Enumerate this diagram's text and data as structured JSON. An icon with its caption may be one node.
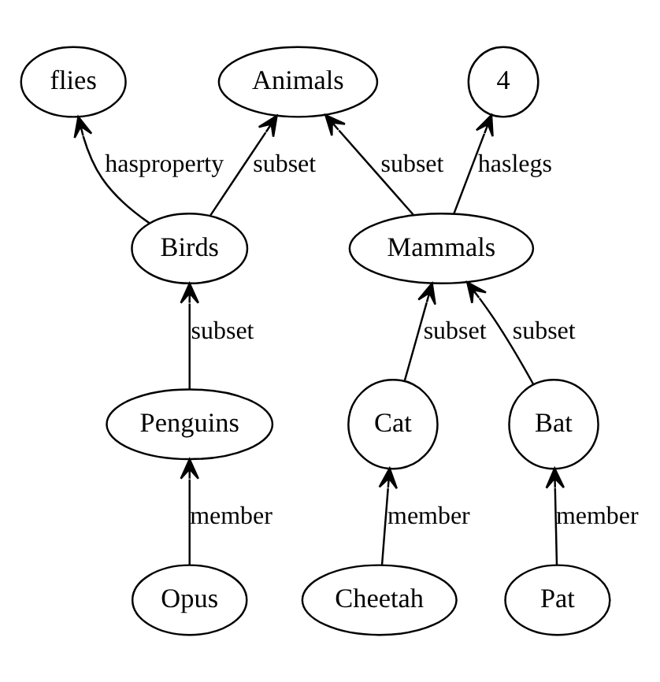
{
  "diagram": {
    "nodes": [
      {
        "text": [
          "4"
        ]
      },
      {
        "text": [
          "Animals"
        ]
      },
      {
        "text": [
          "Mammals"
        ]
      },
      {
        "text": [
          "flies"
        ]
      },
      {
        "text": [
          "Birds"
        ]
      },
      {
        "text": [
          "Cat"
        ]
      },
      {
        "text": [
          "Bat"
        ]
      },
      {
        "text": [
          "Penguins"
        ]
      },
      {
        "text": [
          "Cheetah"
        ]
      },
      {
        "text": [
          "Pat"
        ]
      },
      {
        "text": [
          "Opus"
        ]
      }
    ],
    "edges": [
      {
        "from": 2,
        "to": 0,
        "arrow": "to",
        "label": "haslegs"
      },
      {
        "from": 2,
        "to": 1,
        "arrow": "to",
        "label": "subset"
      },
      {
        "from": 4,
        "to": 1,
        "arrow": "to",
        "label": "subset"
      },
      {
        "from": 4,
        "to": 3,
        "arrow": "to",
        "label": "hasproperty"
      },
      {
        "from": 5,
        "to": 2,
        "arrow": "to",
        "label": "subset"
      },
      {
        "from": 6,
        "to": 2,
        "arrow": "to",
        "label": "subset"
      },
      {
        "from": 7,
        "to": 4,
        "arrow": "to",
        "label": "subset"
      },
      {
        "from": 8,
        "to": 5,
        "arrow": "to",
        "label": "member"
      },
      {
        "from": 9,
        "to": 6,
        "arrow": "to",
        "label": "member"
      },
      {
        "from": 10,
        "to": 7,
        "arrow": "to",
        "label": "member"
      }
    ]
  }
}
